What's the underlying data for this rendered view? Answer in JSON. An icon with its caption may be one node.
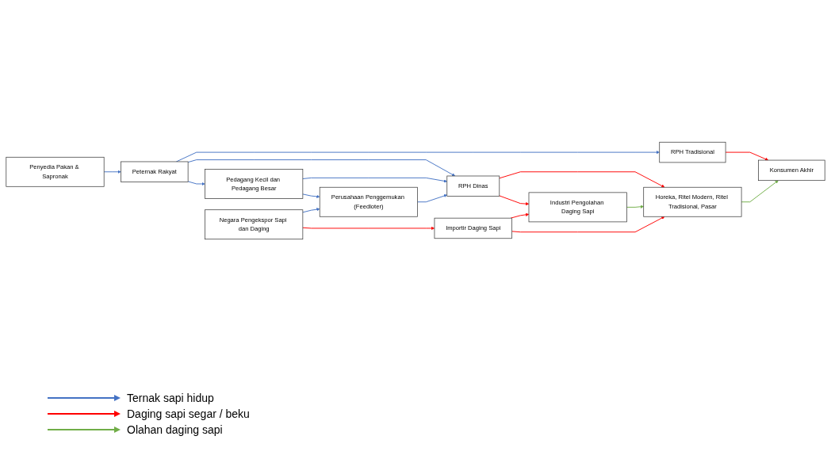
{
  "diagram": {
    "nodes": [
      {
        "text": [
          "Penyedia Pakan & Sapronak"
        ]
      },
      {
        "text": [
          "RPH Tradisional"
        ]
      },
      {
        "text": [
          "Peternak Rakyat"
        ]
      },
      {
        "text": [
          "RPH Dinas"
        ]
      },
      {
        "text": [
          "Industri Pengolahan Daging Sapi"
        ]
      },
      {
        "text": [
          "Horeka, Ritel Modern, Ritel Tradisional, Pasar"
        ]
      },
      {
        "text": [
          "Konsumen Akhir"
        ]
      },
      {
        "text": [
          "Pedagang Kecil dan Pedagang Besar"
        ]
      },
      {
        "text": [
          "Negara Pengekspor Sapi dan Daging"
        ]
      },
      {
        "text": [
          "Perusahaan Penggemukan (Feedloter)"
        ]
      },
      {
        "text": [
          "Importir Daging Sapi"
        ]
      }
    ],
    "edges": [
      {
        "from": 0,
        "to": 2,
        "arrow": "to",
        "color": "#4472c4"
      },
      {
        "from": 2,
        "to": 1,
        "arrow": "to",
        "color": "#4472c4"
      },
      {
        "from": 2,
        "to": 3,
        "arrow": "to",
        "color": "#4472c4"
      },
      {
        "from": 2,
        "to": 7,
        "arrow": "to",
        "color": "#4472c4"
      },
      {
        "from": 7,
        "to": 3,
        "arrow": "to",
        "color": "#4472c4"
      },
      {
        "from": 7,
        "to": 9,
        "arrow": "to",
        "color": "#4472c4"
      },
      {
        "from": 8,
        "to": 9,
        "arrow": "to",
        "color": "#4472c4"
      },
      {
        "from": 9,
        "to": 3,
        "arrow": "to",
        "color": "#4472c4"
      },
      {
        "from": 1,
        "to": 6,
        "arrow": "to",
        "color": "#ff0000"
      },
      {
        "from": 3,
        "to": 4,
        "arrow": "to",
        "color": "#ff0000"
      },
      {
        "from": 3,
        "to": 5,
        "arrow": "to",
        "color": "#ff0000"
      },
      {
        "from": 4,
        "to": 5,
        "arrow": "to",
        "color": "#70ad47"
      },
      {
        "from": 5,
        "to": 6,
        "arrow": "to",
        "color": "#70ad47"
      },
      {
        "from": 8,
        "to": 10,
        "arrow": "to",
        "color": "#ff0000"
      },
      {
        "from": 10,
        "to": 4,
        "arrow": "to",
        "color": "#ff0000"
      },
      {
        "from": 10,
        "to": 5,
        "arrow": "to",
        "color": "#ff0000"
      }
    ],
    "legend": [
      {
        "text": "Ternak sapi hidup"
      },
      {
        "text": "Daging sapi segar / beku"
      },
      {
        "text": "Olahan daging sapi"
      }
    ]
  }
}
